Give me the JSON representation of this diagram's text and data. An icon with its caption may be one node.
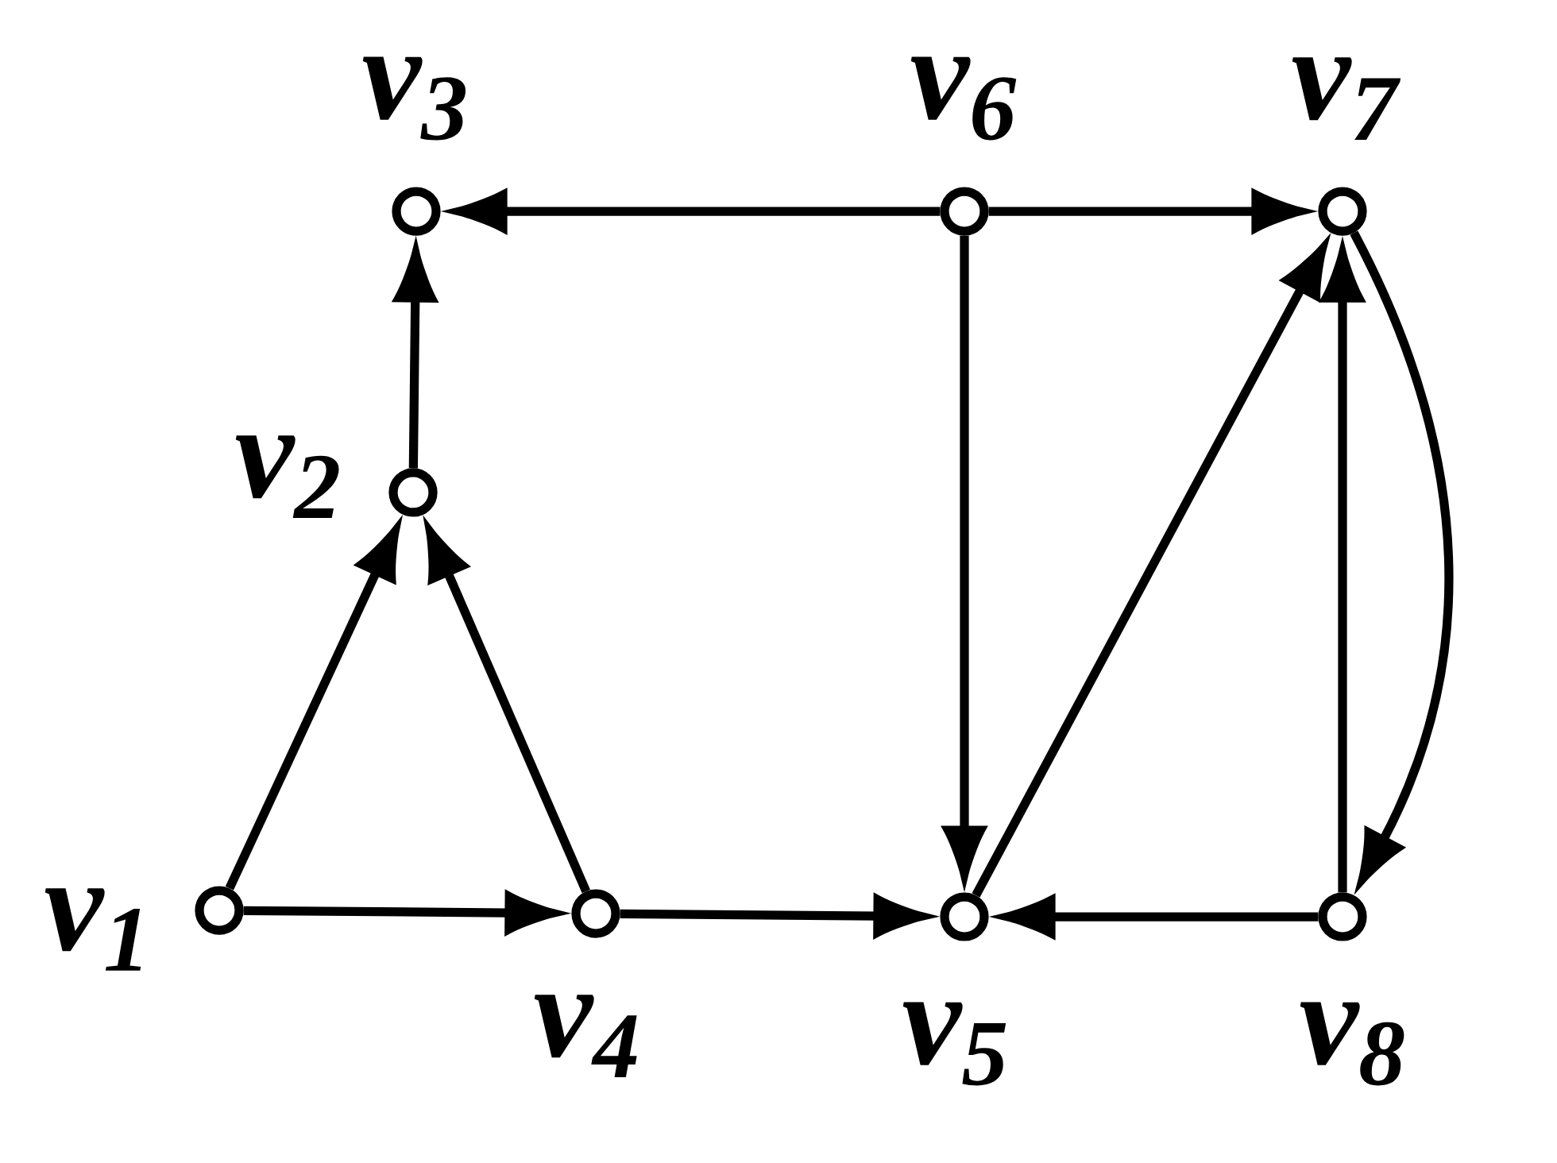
{
  "diagram": {
    "nodes": [
      {
        "text": [],
        "shape": "circle",
        "beside": [
          "v$_{1}$"
        ]
      },
      {
        "text": [],
        "shape": "circle",
        "beside": [
          "v$_{2}$"
        ]
      },
      {
        "text": [],
        "shape": "circle",
        "beside": [
          "v$_{3}$"
        ]
      },
      {
        "text": [],
        "shape": "circle",
        "beside": [
          "v$_{4}$"
        ]
      },
      {
        "text": [],
        "shape": "circle",
        "beside": [
          "v$_{5}$"
        ]
      },
      {
        "text": [],
        "shape": "circle",
        "beside": [
          "v$_{6}$"
        ]
      },
      {
        "text": [],
        "shape": "circle",
        "beside": [
          "v$_{7}$"
        ]
      },
      {
        "text": [],
        "shape": "circle",
        "beside": [
          "v$_{8}$"
        ]
      }
    ],
    "edges": [
      {
        "from": 0,
        "to": 1,
        "arrow": "to"
      },
      {
        "from": 3,
        "to": 1,
        "arrow": "to"
      },
      {
        "from": 1,
        "to": 2,
        "arrow": "to"
      },
      {
        "from": 0,
        "to": 3,
        "arrow": "to"
      },
      {
        "from": 3,
        "to": 4,
        "arrow": "to"
      },
      {
        "from": 5,
        "to": 2,
        "arrow": "to"
      },
      {
        "from": 5,
        "to": 6,
        "arrow": "to"
      },
      {
        "from": 5,
        "to": 4,
        "arrow": "to"
      },
      {
        "from": 4,
        "to": 6,
        "arrow": "to"
      },
      {
        "from": 7,
        "to": 6,
        "arrow": "to"
      },
      {
        "from": 7,
        "to": 4,
        "arrow": "to"
      },
      {
        "from": 6,
        "to": 7,
        "arrow": "to"
      }
    ]
  }
}
